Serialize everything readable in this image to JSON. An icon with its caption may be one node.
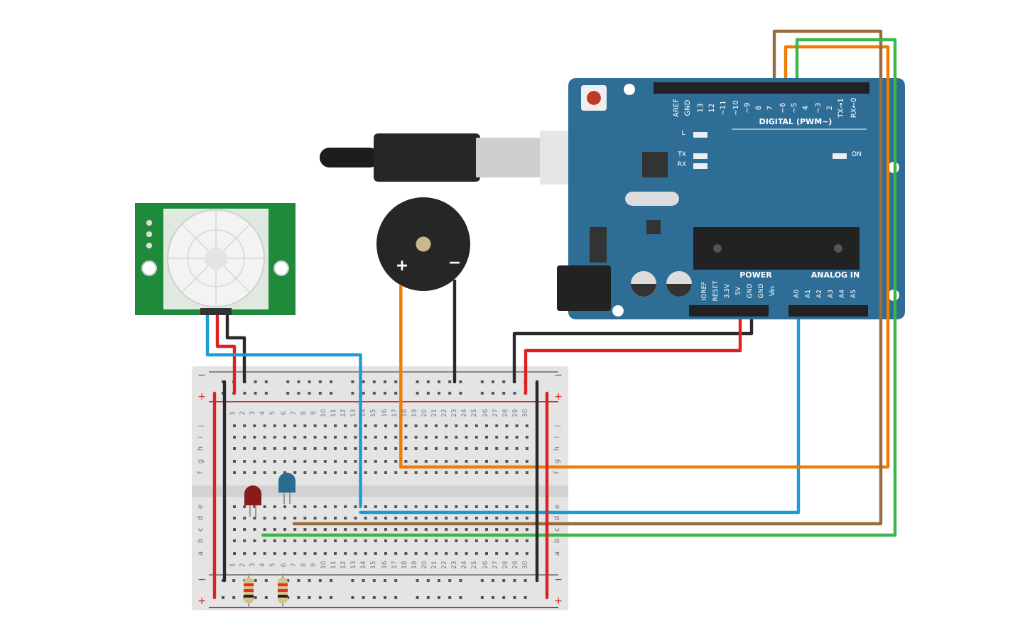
{
  "diagram": {
    "nodes": [
      {
        "text": [],
        "shape": "picture"
      },
      {
        "text": [],
        "shape": "picture"
      },
      {
        "text": [],
        "shape": "picture"
      },
      {
        "text": [
          "+",
          "−"
        ]
      },
      {
        "text": [],
        "shape": "picture"
      },
      {
        "text": [],
        "shape": "picture",
        "in": 4
      },
      {
        "text": [],
        "shape": "picture",
        "in": 4
      },
      {
        "text": [],
        "shape": "picture",
        "in": 4
      },
      {
        "text": [],
        "shape": "picture",
        "in": 4
      }
    ],
    "edges": [
      {
        "from": 0,
        "to": 4,
        "arrow": "none"
      },
      {
        "from": 0,
        "to": 4,
        "arrow": "none",
        "color": "#e02020"
      },
      {
        "from": 0,
        "to": 4,
        "arrow": "none",
        "color": "#1a9bd7"
      },
      {
        "from": 3,
        "to": 4,
        "arrow": "none",
        "color": "#f07c00"
      },
      {
        "from": 3,
        "to": 4,
        "arrow": "none"
      },
      {
        "from": 2,
        "to": 4,
        "arrow": "none"
      },
      {
        "from": 2,
        "to": 4,
        "arrow": "none",
        "color": "#e02020"
      },
      {
        "from": 2,
        "to": 4,
        "arrow": "none",
        "color": "#1a9bd7"
      },
      {
        "from": 2,
        "to": 4,
        "arrow": "none",
        "color": "#f07c00"
      },
      {
        "from": 2,
        "to": 4,
        "arrow": "none",
        "color": "#9a6b3f"
      },
      {
        "from": 2,
        "to": 4,
        "arrow": "none",
        "color": "#3cb54a"
      }
    ],
    "labels": [
      "AREF",
      "GND",
      "13",
      "12",
      "~11",
      "~10",
      "~9",
      "8",
      "7",
      "~6",
      "~5",
      "4",
      "~3",
      "2",
      "TX→1",
      "RX←0",
      "DIGITAL (PWM~)",
      "L",
      "TX",
      "RX",
      "ON",
      "IOREF",
      "RESET",
      "3.3V",
      "5V",
      "GND",
      "GND",
      "Vin",
      "POWER",
      "ANALOG IN",
      "A0",
      "A1",
      "A2",
      "A3",
      "A4",
      "A5",
      "1",
      "2",
      "3",
      "4",
      "5",
      "6",
      "7",
      "8",
      "9",
      "10",
      "11",
      "12",
      "13",
      "14",
      "15",
      "16",
      "17",
      "18",
      "19",
      "20",
      "21",
      "22",
      "23",
      "24",
      "25",
      "26",
      "27",
      "28",
      "29",
      "30",
      "1",
      "2",
      "3",
      "4",
      "5",
      "6",
      "7",
      "8",
      "9",
      "10",
      "11",
      "12",
      "13",
      "14",
      "15",
      "16",
      "17",
      "18",
      "19",
      "20",
      "21",
      "22",
      "23",
      "24",
      "25",
      "26",
      "27",
      "28",
      "29",
      "30",
      "j",
      "i",
      "h",
      "g",
      "f",
      "e",
      "d",
      "c",
      "b",
      "a",
      "j",
      "i",
      "h",
      "g",
      "f",
      "e",
      "d",
      "c",
      "b",
      "a",
      "−",
      "+",
      "−",
      "+",
      "−",
      "+",
      "−",
      "+"
    ]
  }
}
